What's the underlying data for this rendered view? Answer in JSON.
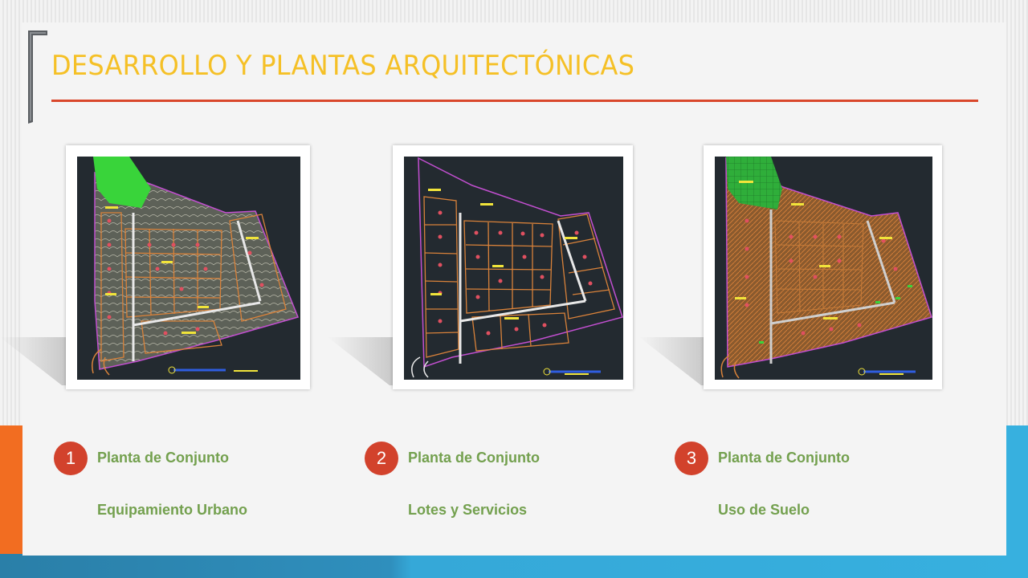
{
  "slide": {
    "title": "DESARROLLO Y PLANTAS ARQUITECTÓNICAS"
  },
  "colors": {
    "title": "#f5c026",
    "rule": "#d9472b",
    "badge": "#d2422c",
    "item_text": "#73a04e",
    "accent_left": "#f26d21",
    "accent_right": "#37b0df",
    "plan_background": "#232a30"
  },
  "items": [
    {
      "number": "1",
      "title": "Planta de Conjunto",
      "subtitle": "Equipamiento Urbano",
      "image": "site-plan-urban-equipment"
    },
    {
      "number": "2",
      "title": "Planta de Conjunto",
      "subtitle": "Lotes y Servicios",
      "image": "site-plan-lots-services"
    },
    {
      "number": "3",
      "title": "Planta de Conjunto",
      "subtitle": "Uso de Suelo",
      "image": "site-plan-land-use"
    }
  ]
}
